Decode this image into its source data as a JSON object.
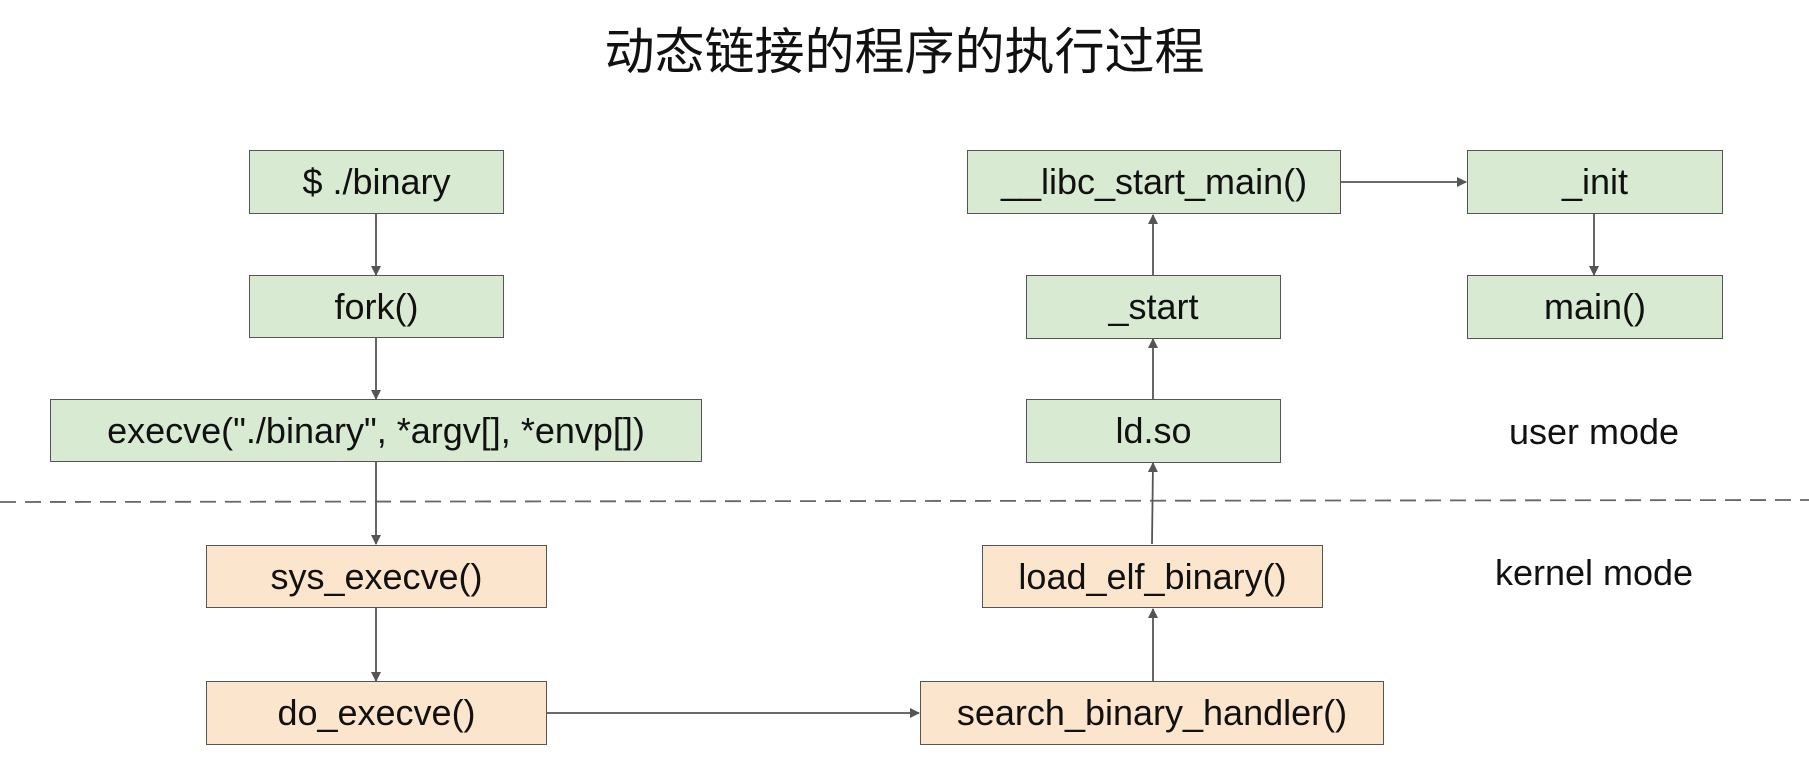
{
  "title": "动态链接的程序的执行过程",
  "nodes": {
    "binary_cmd": "$ ./binary",
    "fork": "fork()",
    "execve": "execve(\"./binary\", *argv[], *envp[])",
    "sys_execve": "sys_execve()",
    "do_execve": "do_execve()",
    "search_binary_handler": "search_binary_handler()",
    "load_elf_binary": "load_elf_binary()",
    "ld_so": "ld.so",
    "start": "_start",
    "libc_start_main": "__libc_start_main()",
    "init": "_init",
    "main": "main()"
  },
  "modes": {
    "user": "user mode",
    "kernel": "kernel mode"
  },
  "colors": {
    "user_fill": "#d9ead3",
    "kernel_fill": "#fce5cd",
    "border": "#555555",
    "arrow": "#555555",
    "divider": "#666666"
  },
  "edges": [
    [
      "binary_cmd",
      "fork"
    ],
    [
      "fork",
      "execve"
    ],
    [
      "execve",
      "sys_execve"
    ],
    [
      "sys_execve",
      "do_execve"
    ],
    [
      "do_execve",
      "search_binary_handler"
    ],
    [
      "search_binary_handler",
      "load_elf_binary"
    ],
    [
      "load_elf_binary",
      "ld_so"
    ],
    [
      "ld_so",
      "start"
    ],
    [
      "start",
      "libc_start_main"
    ],
    [
      "libc_start_main",
      "init"
    ],
    [
      "init",
      "main"
    ]
  ]
}
